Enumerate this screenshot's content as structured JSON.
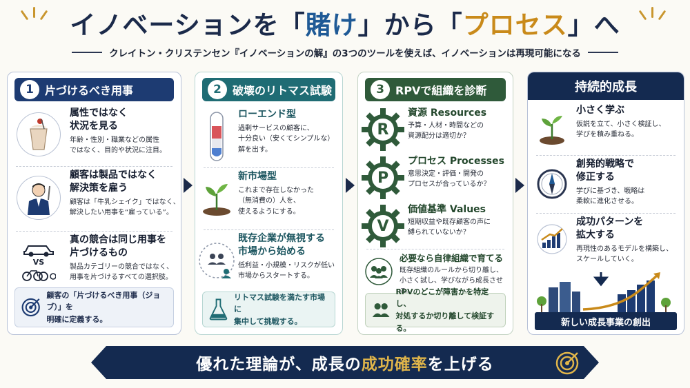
{
  "title": {
    "part1": "イノベーションを「",
    "highlight1": "賭け",
    "part2": "」から「",
    "highlight2": "プロセス",
    "part3": "」へ"
  },
  "subtitle": "クレイトン・クリステンセン『イノベーションの解』の3つのツールを使えば、イノベーションは再現可能になる",
  "col1": {
    "num": "1",
    "title": "片づけるべき用事",
    "items": [
      {
        "title": "属性ではなく\n状況を見る",
        "desc": "年齢・性別・職業などの属性\nではなく、目的や状況に注目。",
        "icon": "milkshake-icon"
      },
      {
        "title": "顧客は製品ではなく\n解決策を雇う",
        "desc": "顧客は「牛乳シェイク」ではなく、\n解決したい用事を“雇っている”。",
        "icon": "commuter-icon"
      },
      {
        "title": "真の競合は同じ用事を\n片づけるもの",
        "desc": "製品カテゴリーの競合ではなく、\n用事を片づけるすべての選択肢。",
        "icon": "car-vs-bike-icon",
        "vs": "VS"
      }
    ],
    "bottom": "顧客の「片づけるべき用事（ジョブ）」を\n明確に定義する。"
  },
  "col2": {
    "num": "2",
    "title": "破壊のリトマス試験",
    "items": [
      {
        "title": "ローエンド型",
        "desc": "過剰サービスの顧客に、\n十分良い（安くてシンプルな）\n解を出す。",
        "icon": "test-tube-icon"
      },
      {
        "title": "新市場型",
        "desc": "これまで存在しなかった\n（無消費の）人を、\n使えるようにする。",
        "icon": "sprout-icon"
      },
      {
        "title": "既存企業が無視する\n市場から始める",
        "desc": "低利益・小規模・リスクが低い\n市場からスタートする。",
        "icon": "people-icon"
      }
    ],
    "bottom": "リトマス試験を満たす市場に\n集中して挑戦する。"
  },
  "col3": {
    "num": "3",
    "title": "RPVで組織を診断",
    "items": [
      {
        "letter": "R",
        "title": "資源 Resources",
        "desc": "予算・人材・時間などの\n資源配分は適切か？"
      },
      {
        "letter": "P",
        "title": "プロセス Processes",
        "desc": "意思決定・評価・開発の\nプロセスが合っているか？"
      },
      {
        "letter": "V",
        "title": "価値基準 Values",
        "desc": "短期収益や既存顧客の声に\n縛られていないか？"
      }
    ],
    "sub": {
      "title": "必要なら自律組織で育てる",
      "desc": "既存組織のルールから切り離し、\n小さく試し、学びながら成長させる。"
    },
    "bottom": "RPVのどこが障害かを特定し、\n対処するか切り離して検証する。"
  },
  "col4": {
    "title": "持続的成長",
    "items": [
      {
        "title": "小さく学ぶ",
        "desc": "仮説を立て、小さく検証し、\n学びを積み重ねる。",
        "icon": "seedling-icon"
      },
      {
        "title": "創発的戦略で\n修正する",
        "desc": "学びに基づき、戦略は\n柔軟に進化させる。",
        "icon": "compass-icon"
      },
      {
        "title": "成功パターンを\n拡大する",
        "desc": "再現性のあるモデルを構築し、\nスケールしていく。",
        "icon": "growth-chart-icon"
      }
    ],
    "bottom": "新しい成長事業の創出"
  },
  "footer": {
    "part1": "優れた理論が、成長の",
    "highlight": "成功確率",
    "part2": "を上げる"
  },
  "colors": {
    "navy": "#142a50",
    "teal": "#1f6c74",
    "green": "#2f5a3a",
    "gold": "#c98a1a"
  }
}
